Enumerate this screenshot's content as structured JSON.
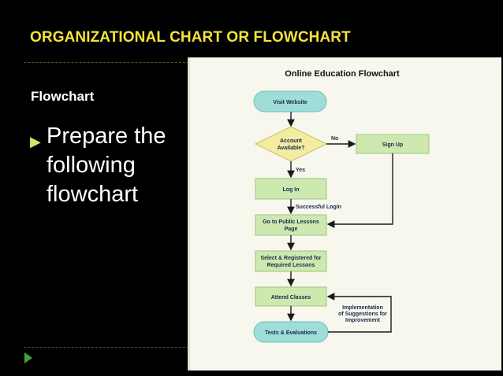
{
  "slide": {
    "title": "ORGANIZATIONAL CHART OR FLOWCHART",
    "subheading": "Flowchart",
    "bullet_lines": [
      "Prepare the",
      "following",
      "flowchart"
    ]
  },
  "flowchart": {
    "title": "Online Education Flowchart",
    "nodes": {
      "visit_website": "Visit Website",
      "account_available": [
        "Account",
        "Available?"
      ],
      "sign_up": "Sign Up",
      "log_in": "Log In",
      "go_to_public_lessons": [
        "Go to Public Lessons",
        "Page"
      ],
      "select_registered": [
        "Select & Registered for",
        "Required Lessons"
      ],
      "attend_classes": "Attend Classes",
      "tests_evaluations": "Tests & Evaluations"
    },
    "labels": {
      "no": "No",
      "yes": "Yes",
      "successful_login": "Successful Login",
      "implementation": [
        "Implementation",
        "of Suggestions for",
        "Improvement"
      ]
    }
  },
  "colors": {
    "background": "#000000",
    "title": "#F5E43A",
    "accent_green": "#3DA63A",
    "terminal_fill": "#9FDDD8",
    "decision_fill": "#F4ECA0",
    "process_fill": "#CDE9B0"
  }
}
